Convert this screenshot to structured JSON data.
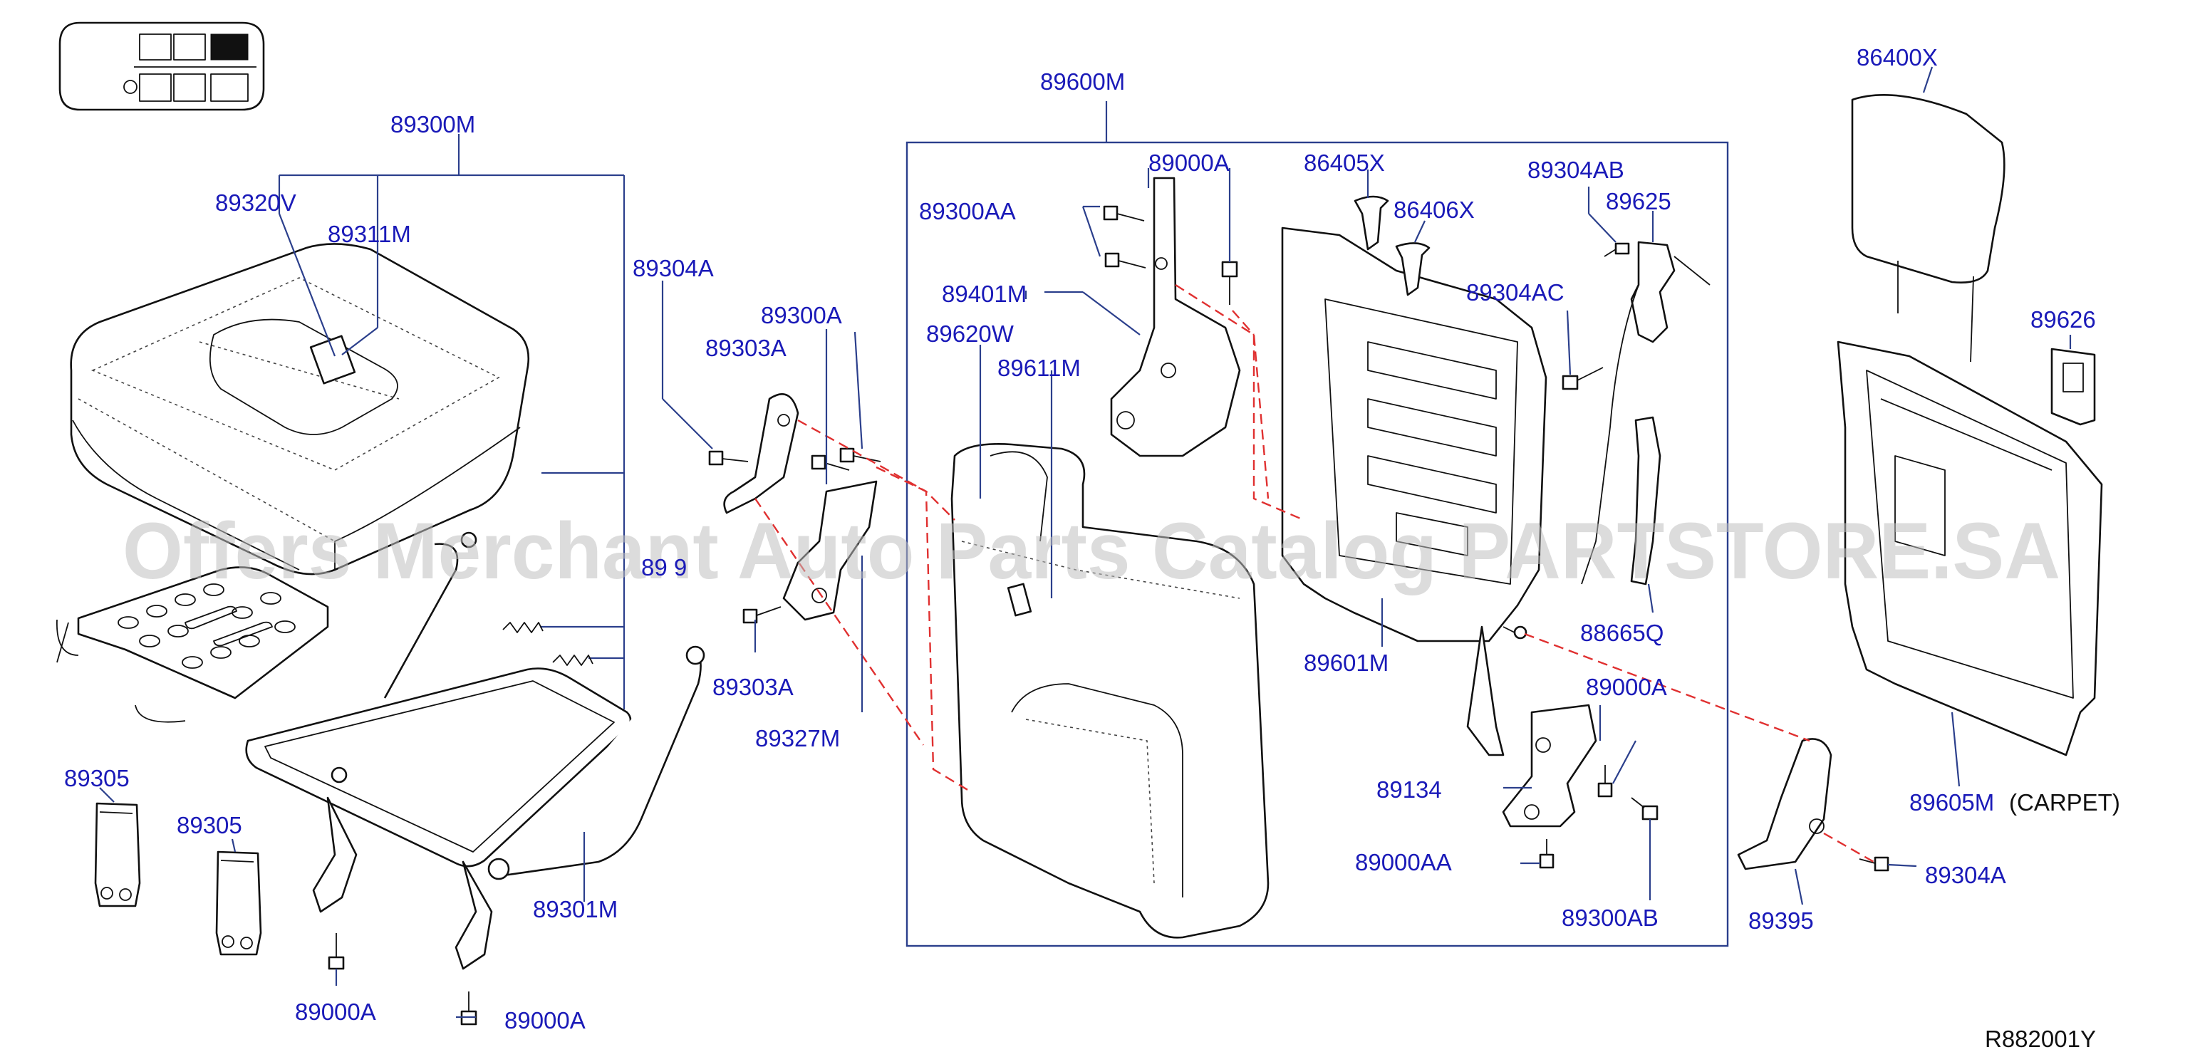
{
  "callouts": {
    "p89300M": "89300M",
    "p89320V": "89320V",
    "p89311M": "89311M",
    "p89304A_top": "89304A",
    "p89300A": "89300A",
    "p89303A_top": "89303A",
    "p89303A_bottom": "89303A",
    "p89327M": "89327M",
    "p89305_left": "89305",
    "p89305_right": "89305",
    "p89301M": "89301M",
    "p89000A_left": "89000A",
    "p89000A_bottom": "89000A",
    "p89600M": "89600M",
    "p89300AA": "89300AA",
    "p89000A_top": "89000A",
    "p89401M": "89401M",
    "p89620W": "89620W",
    "p89611M": "89611M",
    "p86405X": "86405X",
    "p86406X": "86406X",
    "p89304AB": "89304AB",
    "p89625": "89625",
    "p89304AC": "89304AC",
    "p88665Q": "88665Q",
    "p89601M": "89601M",
    "p89000A_right": "89000A",
    "p89134": "89134",
    "p89000AA": "89000AA",
    "p89300AB": "89300AB",
    "p86400X": "86400X",
    "p89626": "89626",
    "p89605M": "89605M",
    "carpet": "(CARPET)",
    "p89395": "89395",
    "p89304A_right": "89304A",
    "obscured": "89 9"
  },
  "diagram_code": "R882001Y",
  "watermark": "Offers Merchant Auto Parts Catalog PARTSTORE.SA",
  "colors": {
    "callout": "#1a1ab8",
    "leader": "#2b3f8c",
    "dashed_alignment": "#e03030",
    "part_outline": "#111111",
    "watermark": "#bfbfbf"
  }
}
